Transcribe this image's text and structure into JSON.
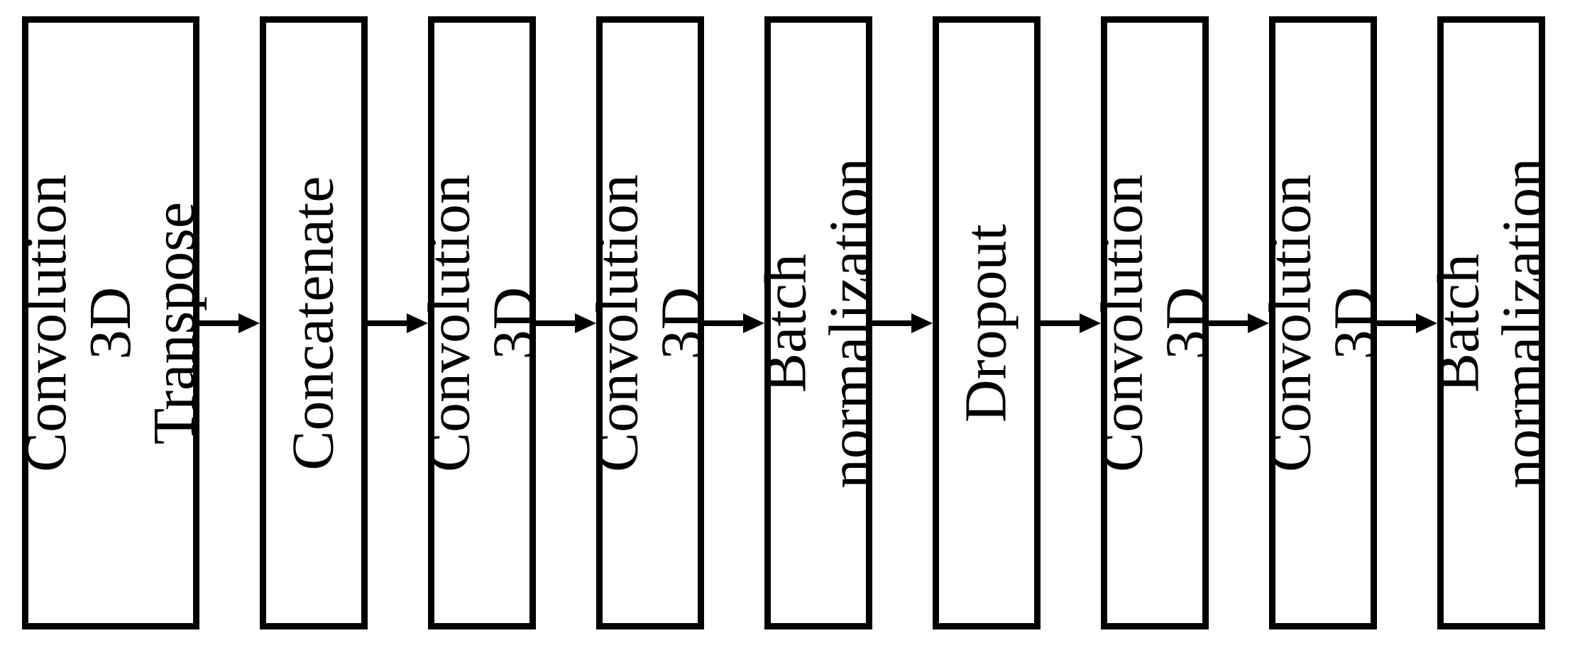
{
  "diagram": {
    "type": "flow",
    "direction": "left-to-right",
    "colors": {
      "background": "#ffffff",
      "block_fill": "#ffffff",
      "block_border": "#000000",
      "text": "#000000",
      "arrow": "#000000"
    },
    "blocks": [
      {
        "label": "Convolution 3D\nTranspose"
      },
      {
        "label": "Concatenate"
      },
      {
        "label": "Convolution 3D"
      },
      {
        "label": "Convolution 3D"
      },
      {
        "label": "Batch normalization"
      },
      {
        "label": "Dropout"
      },
      {
        "label": "Convolution 3D"
      },
      {
        "label": "Convolution 3D"
      },
      {
        "label": "Batch normalization"
      }
    ],
    "connections": [
      {
        "from": 0,
        "to": 1
      },
      {
        "from": 1,
        "to": 2
      },
      {
        "from": 2,
        "to": 3
      },
      {
        "from": 3,
        "to": 4
      },
      {
        "from": 4,
        "to": 5
      },
      {
        "from": 5,
        "to": 6
      },
      {
        "from": 6,
        "to": 7
      },
      {
        "from": 7,
        "to": 8
      }
    ]
  }
}
